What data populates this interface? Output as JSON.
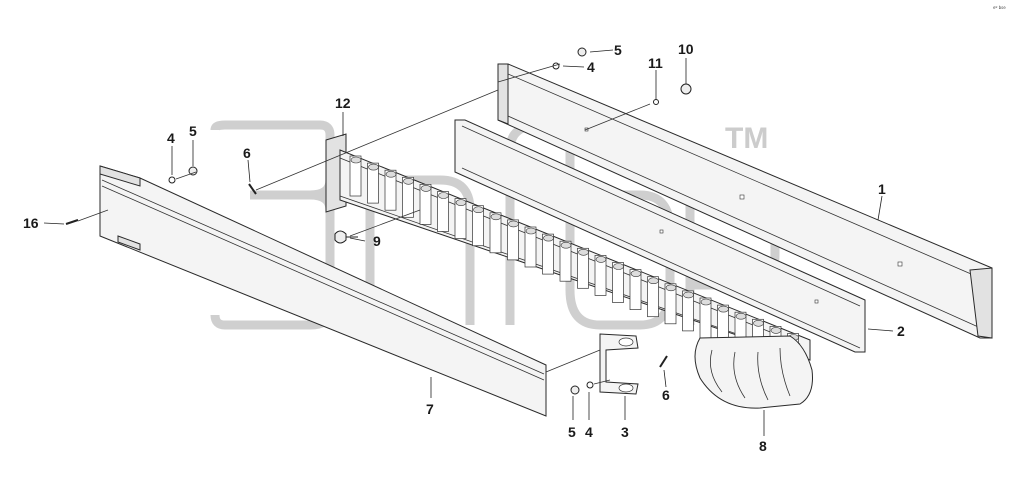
{
  "corner_tag": "eº bse",
  "watermark_tm": "TM",
  "parts": [
    {
      "id": "rail-1",
      "number": "1"
    },
    {
      "id": "rail-2",
      "number": "2"
    },
    {
      "id": "bracket-3",
      "number": "3"
    },
    {
      "id": "washer-4a",
      "number": "4"
    },
    {
      "id": "nut-5a",
      "number": "5"
    },
    {
      "id": "washer-4b",
      "number": "4"
    },
    {
      "id": "nut-5b",
      "number": "5"
    },
    {
      "id": "screw-6a",
      "number": "6"
    },
    {
      "id": "screw-6b",
      "number": "6"
    },
    {
      "id": "washer-4c",
      "number": "4"
    },
    {
      "id": "nut-5c",
      "number": "5"
    },
    {
      "id": "cover-7",
      "number": "7"
    },
    {
      "id": "chain-end-8",
      "number": "8"
    },
    {
      "id": "bolt-9",
      "number": "9"
    },
    {
      "id": "nut-10",
      "number": "10"
    },
    {
      "id": "washer-11",
      "number": "11"
    },
    {
      "id": "end-plate-12",
      "number": "12"
    },
    {
      "id": "bolt-16",
      "number": "16"
    }
  ]
}
